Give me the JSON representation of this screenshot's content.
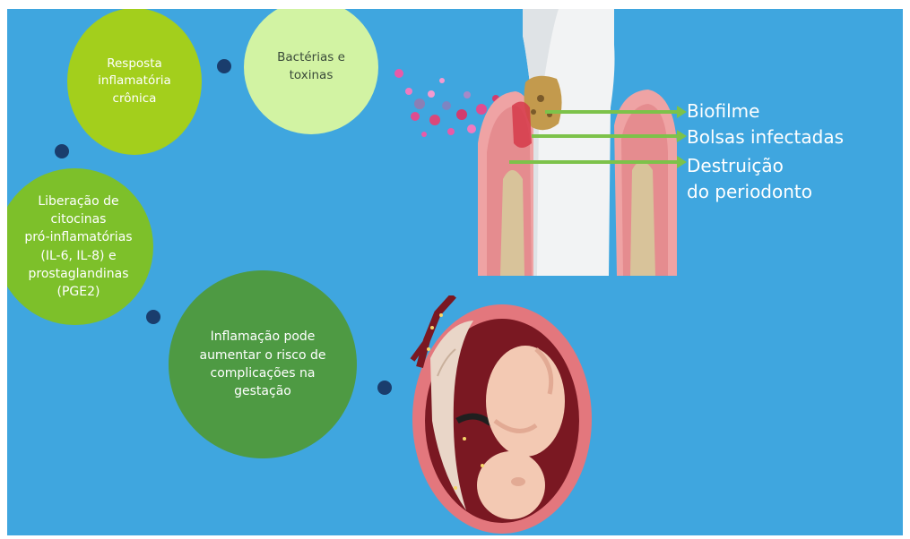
{
  "colors": {
    "background": "#3fa6df",
    "bubble_response": "#a3cf1c",
    "bubble_bacteria": "#d2f3a3",
    "bubble_cytokines": "#7dc02a",
    "bubble_inflammation": "#4e9a43",
    "dot": "#1a3d6d",
    "arrow": "#7dc24a"
  },
  "bubbles": {
    "response": [
      "Resposta",
      "inflamatória",
      "crônica"
    ],
    "bacteria": [
      "Bactérias e",
      "toxinas"
    ],
    "cytokines": [
      "Liberação de",
      "citocinas",
      "pró-inflamatórias",
      "(IL-6, IL-8) e",
      "prostaglandinas",
      "(PGE2)"
    ],
    "inflammation": [
      "Inflamação pode",
      "aumentar o risco de",
      "complicações na",
      "gestação"
    ]
  },
  "tooth_labels": {
    "biofilm": "Biofilme",
    "pockets": "Bolsas infectadas",
    "destruction": [
      "Destruição",
      "do periodonto"
    ]
  },
  "icons": [
    "tooth-illustration",
    "pregnant-uterus-illustration",
    "connector-dot"
  ]
}
